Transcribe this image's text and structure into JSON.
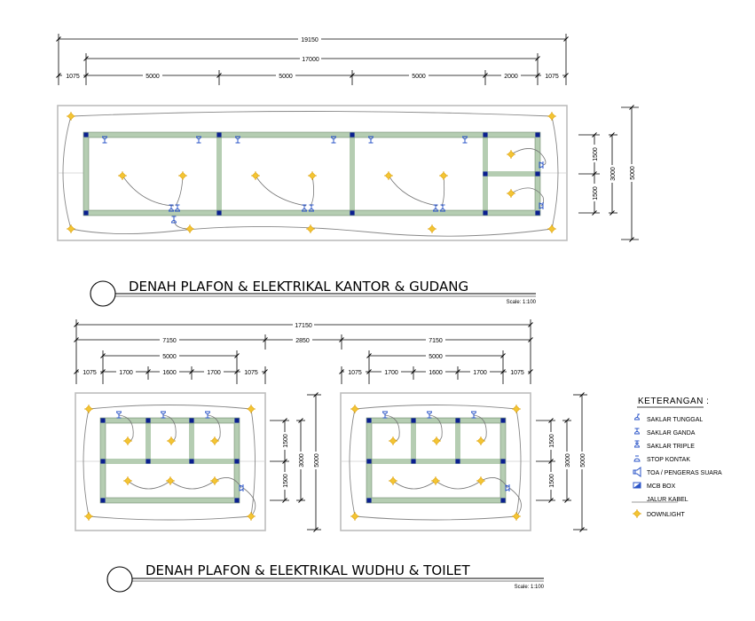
{
  "plan1": {
    "title": "DENAH PLAFON & ELEKTRIKAL KANTOR & GUDANG",
    "scale": "Scale: 1:100",
    "dim_total": "19150",
    "dim_inner": "17000",
    "dim_segments": [
      "1075",
      "5000",
      "5000",
      "5000",
      "2000",
      "1075"
    ],
    "dim_right": [
      "1500",
      "1500",
      "3000",
      "5000"
    ]
  },
  "plan2": {
    "title": "DENAH PLAFON & ELEKTRIKAL WUDHU & TOILET",
    "scale": "Scale: 1:100",
    "dim_total": "17150",
    "dim_mid": [
      "7150",
      "2850",
      "7150"
    ],
    "left": {
      "dim_inner": "5000",
      "dim_segments": [
        "1075",
        "1700",
        "1600",
        "1700",
        "1075"
      ],
      "dim_right": [
        "1500",
        "1500",
        "3000",
        "5000"
      ]
    },
    "right": {
      "dim_inner": "5000",
      "dim_segments": [
        "1075",
        "1700",
        "1600",
        "1700",
        "1075"
      ],
      "dim_right": [
        "1500",
        "1500",
        "3000",
        "5000"
      ]
    }
  },
  "legend": {
    "title": "KETERANGAN :",
    "items": [
      {
        "icon": "saklar-tunggal-icon",
        "label": "SAKLAR TUNGGAL"
      },
      {
        "icon": "saklar-ganda-icon",
        "label": "SAKLAR GANDA"
      },
      {
        "icon": "saklar-triple-icon",
        "label": "SAKLAR TRIPLE"
      },
      {
        "icon": "stop-kontak-icon",
        "label": "STOP KONTAK"
      },
      {
        "icon": "toa-icon",
        "label": "TOA / PENGERAS SUARA"
      },
      {
        "icon": "mcb-box-icon",
        "label": "MCB BOX"
      },
      {
        "icon": "jalur-kabel-icon",
        "label": "JALUR KABEL"
      },
      {
        "icon": "downlight-icon",
        "label": "DOWNLIGHT"
      }
    ]
  },
  "colors": {
    "wall": "#b5cdb2",
    "column": "#0a1f8f",
    "symbol": "#2b55c8",
    "light_fill": "#f3c535",
    "light_stroke": "#e0a000",
    "border": "#bdbdbd"
  }
}
